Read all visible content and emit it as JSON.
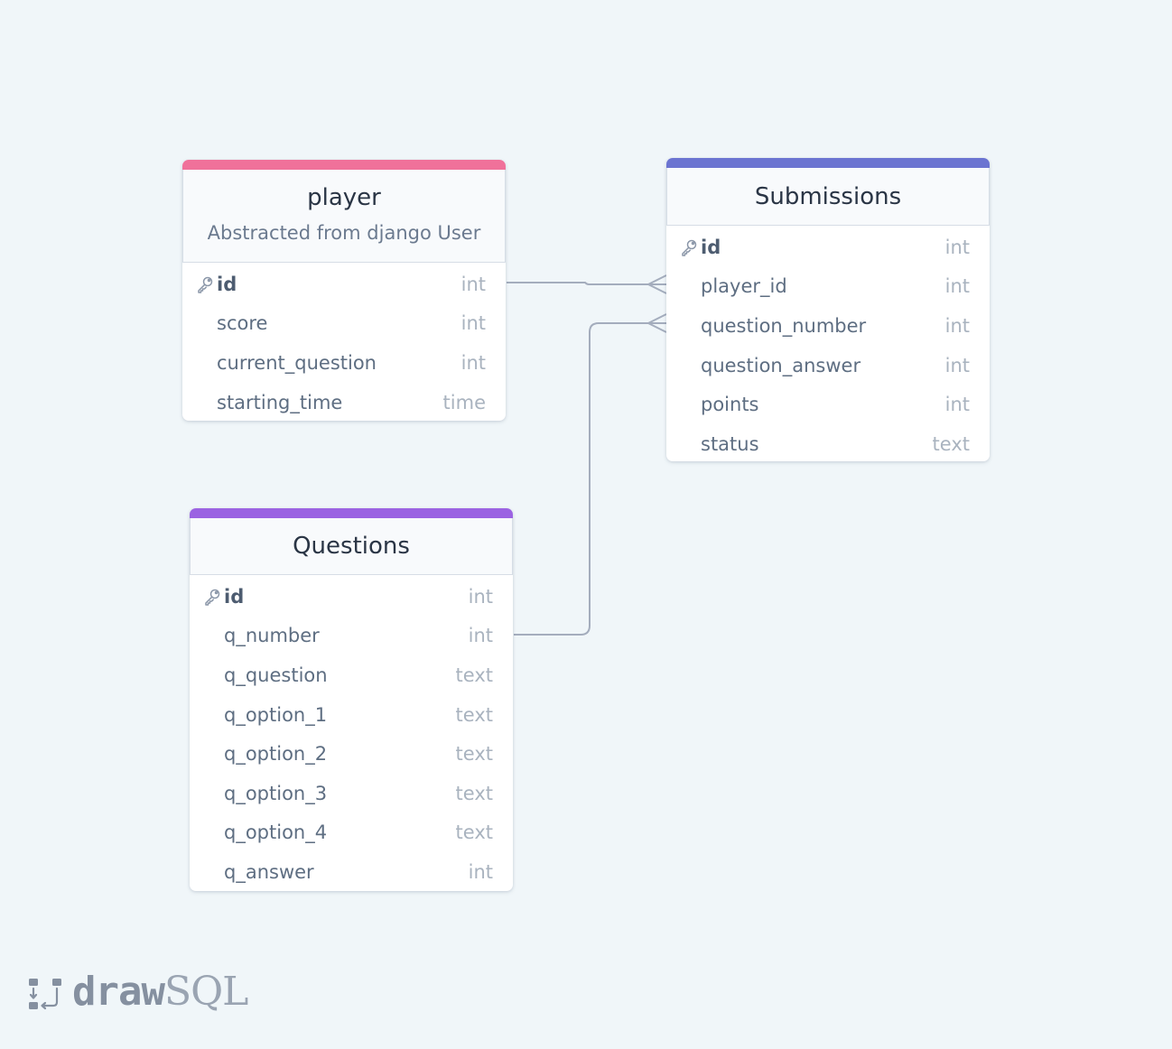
{
  "tables": {
    "player": {
      "name": "player",
      "comment": "Abstracted from django User",
      "color": "#f0719a",
      "columns": [
        {
          "name": "id",
          "type": "int",
          "pk": true
        },
        {
          "name": "score",
          "type": "int",
          "pk": false
        },
        {
          "name": "current_question",
          "type": "int",
          "pk": false
        },
        {
          "name": "starting_time",
          "type": "time",
          "pk": false
        }
      ]
    },
    "submissions": {
      "name": "Submissions",
      "color": "#6b74d1",
      "columns": [
        {
          "name": "id",
          "type": "int",
          "pk": true
        },
        {
          "name": "player_id",
          "type": "int",
          "pk": false
        },
        {
          "name": "question_number",
          "type": "int",
          "pk": false
        },
        {
          "name": "question_answer",
          "type": "int",
          "pk": false
        },
        {
          "name": "points",
          "type": "int",
          "pk": false
        },
        {
          "name": "status",
          "type": "text",
          "pk": false
        }
      ]
    },
    "questions": {
      "name": "Questions",
      "color": "#9b63e2",
      "columns": [
        {
          "name": "id",
          "type": "int",
          "pk": true
        },
        {
          "name": "q_number",
          "type": "int",
          "pk": false
        },
        {
          "name": "q_question",
          "type": "text",
          "pk": false
        },
        {
          "name": "q_option_1",
          "type": "text",
          "pk": false
        },
        {
          "name": "q_option_2",
          "type": "text",
          "pk": false
        },
        {
          "name": "q_option_3",
          "type": "text",
          "pk": false
        },
        {
          "name": "q_option_4",
          "type": "text",
          "pk": false
        },
        {
          "name": "q_answer",
          "type": "int",
          "pk": false
        }
      ]
    }
  },
  "relationships": [
    {
      "from": "player.id",
      "to": "Submissions.player_id"
    },
    {
      "from": "Questions.q_number",
      "to": "Submissions.question_number"
    }
  ],
  "logo": {
    "word_a": "draw",
    "word_b": "SQL"
  },
  "colors": {
    "background": "#f0f6f9",
    "connector": "#a4adbd"
  }
}
